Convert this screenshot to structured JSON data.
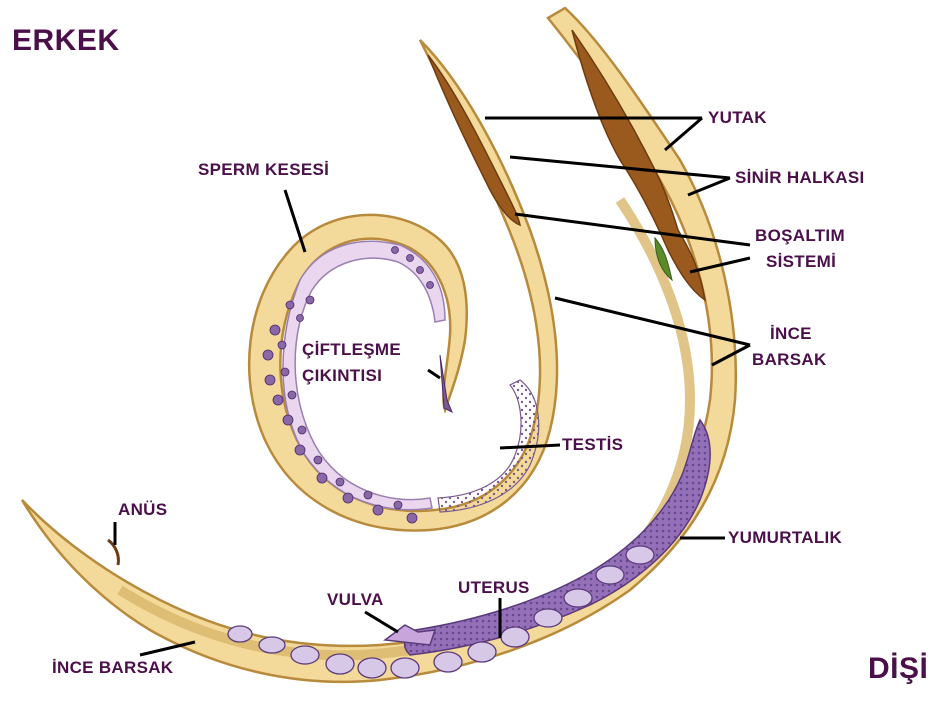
{
  "title_male": "ERKEK",
  "title_female": "DİŞİ",
  "labels": {
    "yutak": "YUTAK",
    "sinir_halkasi": "SİNİR HALKASI",
    "bosaltim_line1": "BOŞALTIM",
    "bosaltim_line2": "SİSTEMİ",
    "ince_barsak_line1": "İNCE",
    "ince_barsak_line2": "BARSAK",
    "sperm_kesesi": "SPERM KESESİ",
    "ciftlesme_line1": "ÇİFTLEŞME",
    "ciftlesme_line2": "ÇIKINTISI",
    "testis": "TESTİS",
    "anus": "ANÜS",
    "yumurtalik": "YUMURTALIK",
    "vulva": "VULVA",
    "uterus": "UTERUS",
    "ince_barsak_bottom": "İNCE BARSAK"
  },
  "colors": {
    "label_text": "#4b0f4a",
    "body_fill": "#f3d99a",
    "body_outline": "#b88a3c",
    "pharynx": "#9a5a1e",
    "sperm_sac": "#ead6ef",
    "ovary": "#9470b8",
    "cell_dark": "#5a3a7a"
  }
}
